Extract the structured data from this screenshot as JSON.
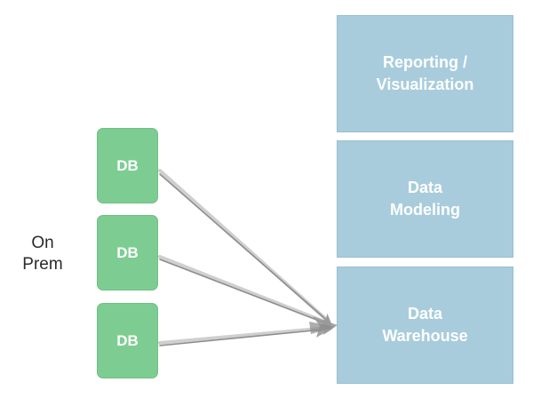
{
  "on_prem": {
    "line1": "On",
    "line2": "Prem"
  },
  "sources": [
    {
      "label": "DB"
    },
    {
      "label": "DB"
    },
    {
      "label": "DB"
    }
  ],
  "layers": {
    "reporting": {
      "line1": "Reporting /",
      "line2": "Visualization"
    },
    "modeling": {
      "line1": "Data",
      "line2": "Modeling"
    },
    "warehouse": {
      "line1": "Data",
      "line2": "Warehouse"
    }
  },
  "colors": {
    "db_fill": "#7dcd92",
    "layer_fill": "#a8ccdc",
    "arrow": "#9a9a9a",
    "text_dark": "#2a2a2a"
  }
}
